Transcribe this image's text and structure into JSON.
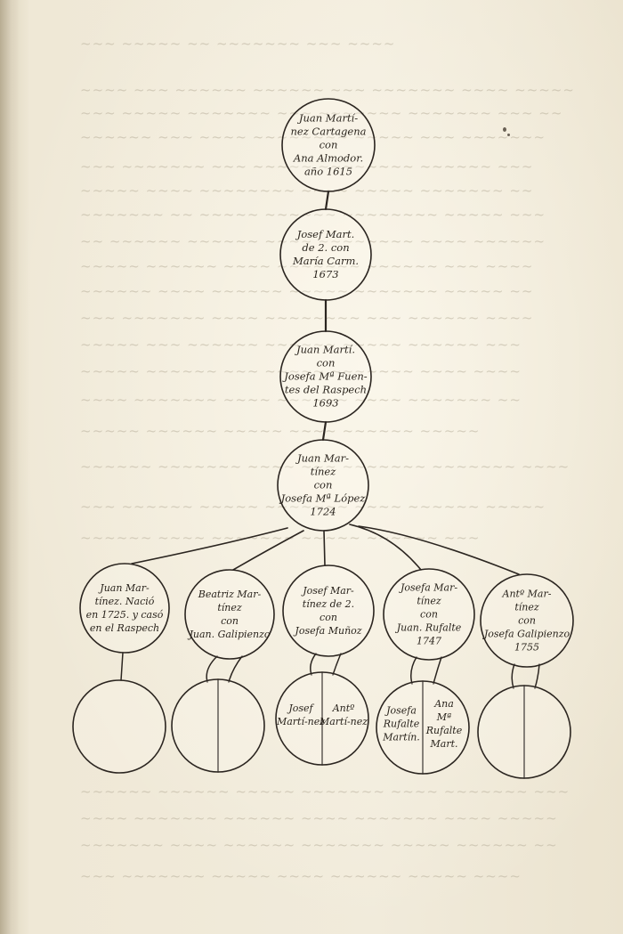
{
  "diagram": {
    "generations": [
      {
        "id": "g1",
        "lines": [
          "Juan Martí-",
          "nez Cartagena",
          "con",
          "Ana Almodor.",
          "año 1615"
        ]
      },
      {
        "id": "g2",
        "lines": [
          "Josef Mart.",
          "de 2. con",
          "María Carm.",
          "1673"
        ]
      },
      {
        "id": "g3",
        "lines": [
          "Juan Martí.",
          "con",
          "Josefa Mª Fuen-",
          "tes del Raspech",
          "1693"
        ]
      },
      {
        "id": "g4",
        "lines": [
          "Juan Mar-",
          "tínez",
          "con",
          "Josefa Mª López",
          "1724"
        ]
      }
    ],
    "children": [
      {
        "id": "c1",
        "lines": [
          "Juan Mar-",
          "tínez. Nació",
          "en 1725. y casó",
          "en el Raspech"
        ],
        "descendants": []
      },
      {
        "id": "c2",
        "lines": [
          "Beatriz Mar-",
          "tínez",
          "con",
          "Juan. Galipienzo"
        ],
        "descendants": [
          "",
          ""
        ]
      },
      {
        "id": "c3",
        "lines": [
          "Josef Mar-",
          "tínez de 2.",
          "con",
          "Josefa Muñoz"
        ],
        "descendants": [
          "Josef Martí-nez",
          "Antº Martí-nez"
        ]
      },
      {
        "id": "c4",
        "lines": [
          "Josefa Mar-",
          "tínez",
          "con",
          "Juan. Rufalte",
          "1747"
        ],
        "descendants": [
          "Josefa Rufalte Martín.",
          "Ana Mª Rufalte Mart."
        ]
      },
      {
        "id": "c5",
        "lines": [
          "Antº Mar-",
          "tínez",
          "con",
          "Josefa Galipienzo",
          "1755"
        ],
        "descendants": [
          "",
          ""
        ]
      }
    ]
  }
}
